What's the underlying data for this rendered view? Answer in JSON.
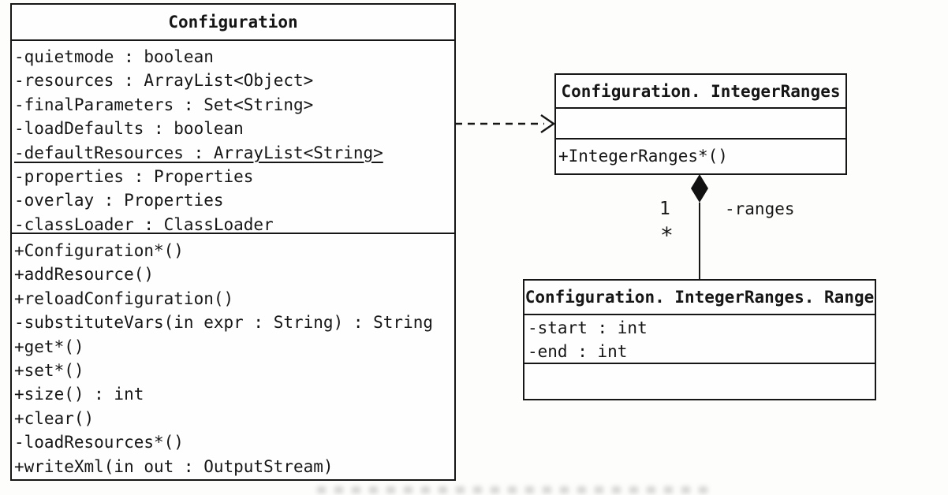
{
  "diagram": {
    "type": "uml-class-diagram",
    "colors": {
      "background": "#fdfdfc",
      "line": "#161616",
      "text": "#161616"
    },
    "classes": [
      {
        "name": "Configuration",
        "attributes": [
          {
            "text": "-quietmode : boolean",
            "underline": false
          },
          {
            "text": "-resources : ArrayList<Object>",
            "underline": false
          },
          {
            "text": "-finalParameters : Set<String>",
            "underline": false
          },
          {
            "text": "-loadDefaults : boolean",
            "underline": false
          },
          {
            "text": "-defaultResources : ArrayList<String>",
            "underline": true
          },
          {
            "text": "-properties : Properties",
            "underline": false
          },
          {
            "text": "-overlay : Properties",
            "underline": false
          },
          {
            "text": "-classLoader : ClassLoader",
            "underline": false
          }
        ],
        "methods": [
          {
            "text": "+Configuration*()"
          },
          {
            "text": "+addResource()"
          },
          {
            "text": "+reloadConfiguration()"
          },
          {
            "text": "-substituteVars(in expr : String) : String"
          },
          {
            "text": "+get*()"
          },
          {
            "text": "+set*()"
          },
          {
            "text": "+size() : int"
          },
          {
            "text": "+clear()"
          },
          {
            "text": "-loadResources*()"
          },
          {
            "text": "+writeXml(in out : OutputStream)"
          }
        ]
      },
      {
        "name": "Configuration. IntegerRanges",
        "attributes": [],
        "methods": [
          {
            "text": "+IntegerRanges*()"
          }
        ]
      },
      {
        "name": "Configuration. IntegerRanges. Range",
        "attributes": [
          {
            "text": "-start : int",
            "underline": false
          },
          {
            "text": "-end : int",
            "underline": false
          }
        ],
        "methods": []
      }
    ],
    "relationships": [
      {
        "type": "dependency",
        "style": "dashed-open-arrow",
        "from": "Configuration",
        "to": "Configuration. IntegerRanges"
      },
      {
        "type": "composition",
        "from": "Configuration. IntegerRanges",
        "to": "Configuration. IntegerRanges. Range",
        "multiplicity_whole": "1",
        "multiplicity_part": "*",
        "role_label": "-ranges"
      }
    ]
  }
}
